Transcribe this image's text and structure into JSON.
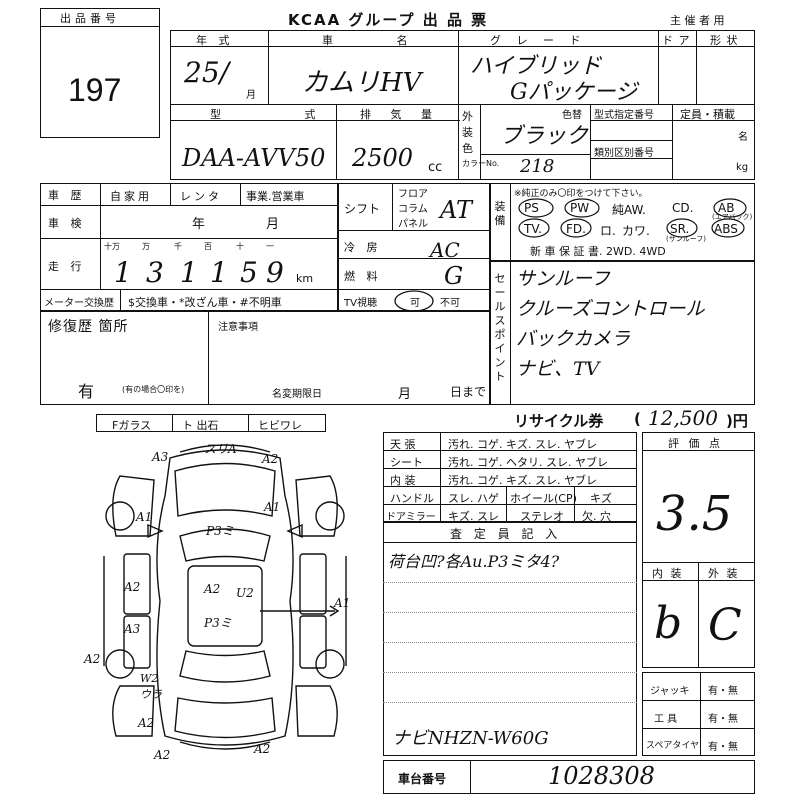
{
  "header": {
    "lot_label": "出品番号",
    "lot_number": "197",
    "title": "KCAA グループ 出 品 票",
    "organizer": "主 催 者 用"
  },
  "row1": {
    "year_label": "年 式",
    "name_label": "車 名",
    "grade_label": "グ レ ー ド",
    "door_label": "ド ア",
    "shape_label": "形 状",
    "year_value": "25/",
    "month_label": "月",
    "name_value": "カムリHV",
    "grade_value_1": "ハイブリッド",
    "grade_value_2": "Gパッケージ"
  },
  "row2": {
    "model_label": "型 式",
    "displacement_label": "排 気 量",
    "color_label_1": "外",
    "color_label_2": "装",
    "color_label_3": "色",
    "color_no_label": "カラーNo.",
    "color_label": "色替",
    "type_cert_label": "型式指定番号",
    "class_label": "類別区別番号",
    "capacity_label": "定員・積載",
    "persons_unit": "名",
    "kg_unit": "kg",
    "model_value": "DAA-AVV50",
    "displacement_value": "2500",
    "cc_unit": "cc",
    "color_value": "ブラック",
    "color_no_value": "218"
  },
  "history": {
    "label": "車 歴",
    "opt1": "自家用",
    "opt2": "レンタ",
    "opt3": "事業.営業車",
    "shaken_label": "車 検",
    "shaken_year": "年",
    "shaken_month": "月",
    "mileage_label": "走 行",
    "digit_labels": [
      "十万",
      "万",
      "千",
      "百",
      "十",
      "一"
    ],
    "mileage_digits": [
      "1",
      "3",
      "1",
      "1",
      "5",
      "9"
    ],
    "km_unit": "km",
    "meter_label": "メーター交換歴",
    "meter_note": "$交換車・*改ざん車・#不明車"
  },
  "shift": {
    "label": "シフト",
    "opt1": "フロア",
    "opt2": "コラム",
    "opt3": "パネル",
    "value": "AT",
    "ac_label": "冷 房",
    "ac_value": "AC",
    "fuel_label": "燃 料",
    "fuel_value": "G",
    "tv_label": "TV視聴",
    "tv_yes": "可",
    "tv_no": "不可"
  },
  "equipment": {
    "label": "装備",
    "note": "※純正のみ〇印をつけて下さい。",
    "row1": [
      "PS",
      "PW",
      "純AW.",
      "CD.",
      "AB"
    ],
    "row2": [
      "TV.",
      "FD.",
      "ロ.",
      "カワ.",
      "SR.",
      "ABS"
    ],
    "row3": "新 車 保 証 書. 2WD. 4WD",
    "ab_note": "(エアバック)",
    "sr_note": "(サンルーフ)"
  },
  "sales_points": {
    "label": "セールスポイント",
    "items": [
      "サンルーフ",
      "クルーズコントロール",
      "バックカメラ",
      "ナビ、TV"
    ]
  },
  "repair": {
    "label": "修復歴 箇所",
    "value": "有",
    "note": "(有の場合〇印を)",
    "notes_label": "注意事項",
    "deadline_label": "名変期限日",
    "month": "月",
    "day": "日まで"
  },
  "glass": {
    "label": "Fガラス",
    "opt1": "ト 出石",
    "opt2": "ヒビワレ"
  },
  "diagram": {
    "marks": [
      "A3",
      "スリA",
      "A2",
      "A1",
      "A1",
      "P3ミ",
      "A2",
      "A2",
      "U2",
      "A1",
      "A3",
      "P3ミ",
      "A2",
      "W2",
      "ウラ",
      "A2",
      "A2",
      "A2"
    ]
  },
  "recycle": {
    "label": "リサイクル券",
    "value": "12,500",
    "unit": ")円",
    "open": "("
  },
  "interior": {
    "rows": [
      {
        "label": "天 張",
        "opts": "汚れ. コゲ. キズ. スレ. ヤブレ"
      },
      {
        "label": "シート",
        "opts": "汚れ. コゲ. ヘタリ. スレ. ヤブレ"
      },
      {
        "label": "内 装",
        "opts": "汚れ. コゲ. キズ. スレ. ヤブレ"
      },
      {
        "label": "ハンドル",
        "opts": "スレ. ハゲ"
      },
      {
        "label": "ドアミラー",
        "opts": "キズ. スレ"
      }
    ],
    "wheel": "ホイール(CP)",
    "wheel_note": "キズ",
    "stereo": "ステレオ",
    "defect": "欠. 穴"
  },
  "inspector": {
    "label": "査 定 員 記 入",
    "note": "荷台凹?各Au.P3ミタ4?",
    "navi": "ナビNHZN-W60G"
  },
  "score": {
    "label": "評 価 点",
    "value": "3.5",
    "interior_label": "内 装",
    "exterior_label": "外 装",
    "interior_value": "b",
    "exterior_value": "C"
  },
  "tools": [
    {
      "label": "ジャッキ",
      "opts": "有・無"
    },
    {
      "label": "工 具",
      "opts": "有・無"
    },
    {
      "label": "スペアタイヤ",
      "opts": "有・無"
    }
  ],
  "chassis": {
    "label": "車台番号",
    "value": "1028308"
  }
}
